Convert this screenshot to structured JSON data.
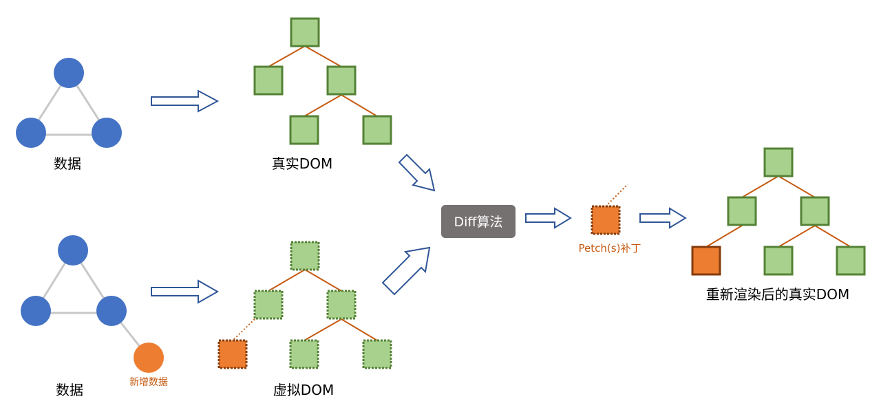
{
  "labels": {
    "data_top": "数据",
    "real_dom": "真实DOM",
    "data_bottom": "数据",
    "new_data": "新增数据",
    "virtual_dom": "虚拟DOM",
    "diff": "Diff算法",
    "patch": "Petch(s)补丁",
    "rerendered_dom": "重新渲染后的真实DOM"
  },
  "colors": {
    "node_blue": "#4472c4",
    "node_orange": "#ed7d31",
    "graph_edge": "#c8c8c8",
    "box_green_fill": "#a9d18e",
    "box_green_stroke": "#548235",
    "box_orange_stroke": "#843c0c",
    "tree_edge": "#c55a11",
    "arrow_stroke": "#2f5597",
    "diff_box": "#767171",
    "patch_text": "#c55a11"
  }
}
